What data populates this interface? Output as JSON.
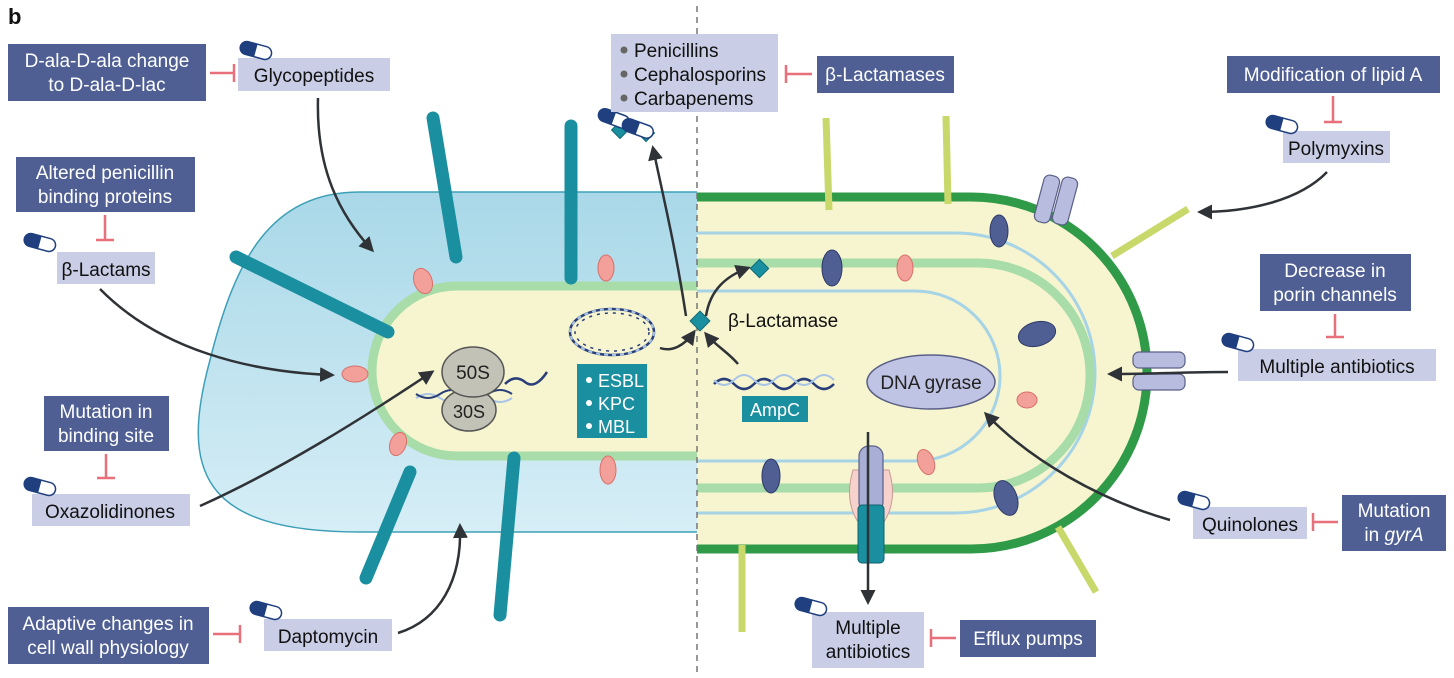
{
  "panel_label": "b",
  "colors": {
    "mechanism_box": "#4f5f94",
    "drug_box": "#c9cde6",
    "inhibition": "#e8707a",
    "gram_positive_wall": "#bfe2ee",
    "cytoplasm": "#f6f5cf",
    "gram_negative_membrane": "#2f9a48",
    "teal": "#1a8fa0"
  },
  "labels": {
    "dala_line1": "D-ala-D-ala change",
    "dala_line2": "to D-ala-D-lac",
    "glycopeptides": "Glycopeptides",
    "pbp_line1": "Altered penicillin",
    "pbp_line2": "binding proteins",
    "beta_lactams": "β-Lactams",
    "binding_site_line1": "Mutation in",
    "binding_site_line2": "binding site",
    "oxazolidinones": "Oxazolidinones",
    "cellwall_line1": "Adaptive changes in",
    "cellwall_line2": "cell wall physiology",
    "daptomycin": "Daptomycin",
    "beta_lactams_list": [
      "Penicillins",
      "Cephalosporins",
      "Carbapenems"
    ],
    "beta_lactamases": "β-Lactamases",
    "beta_lactamase": "β-Lactamase",
    "ribosome_large": "50S",
    "ribosome_small": "30S",
    "enzymes": [
      "ESBL",
      "KPC",
      "MBL"
    ],
    "ampc": "AmpC",
    "dna_gyrase": "DNA gyrase",
    "lipid_a": "Modification of lipid A",
    "polymyxins": "Polymyxins",
    "porin_line1": "Decrease in",
    "porin_line2": "porin channels",
    "multiple_antibiotics": "Multiple antibiotics",
    "quinolones": "Quinolones",
    "gyra_line1": "Mutation",
    "gyra_line2_prefix": "in ",
    "gyra_line2_gene": "gyrA",
    "multiple_line1": "Multiple",
    "multiple_line2": "antibiotics",
    "efflux_pumps": "Efflux pumps"
  }
}
